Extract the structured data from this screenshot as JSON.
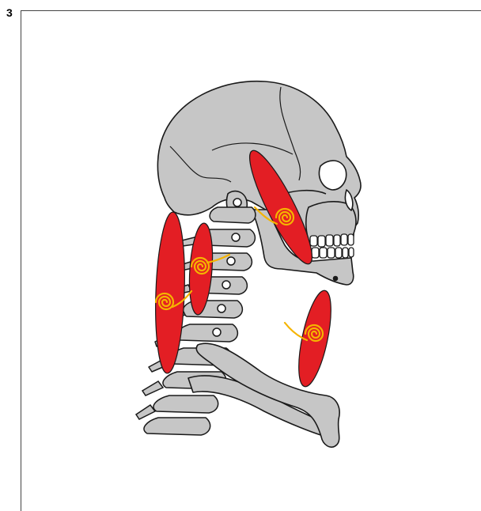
{
  "figure": {
    "number": "3"
  },
  "colors": {
    "bone_fill": "#c6c6c6",
    "bone_stroke": "#1a1a1a",
    "muscle": "#e31e24",
    "trigger_point": "#f5b400"
  },
  "elements": {
    "muscles": [
      "posterior-neck-muscle",
      "suboccipital-muscle",
      "masseter-muscle",
      "sternocleidomastoid-muscle"
    ],
    "trigger_points": 4
  }
}
